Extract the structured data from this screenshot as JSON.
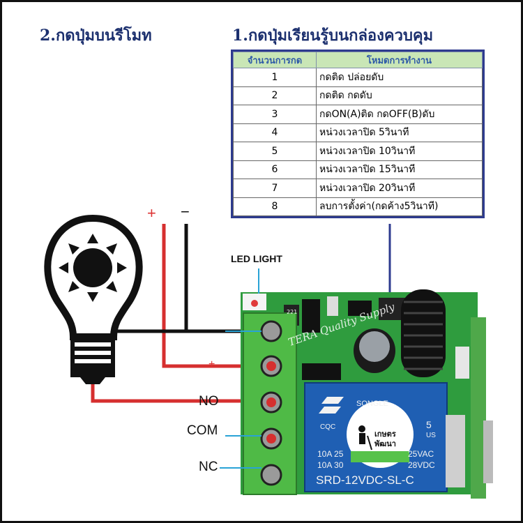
{
  "titles": {
    "remote": "2.กดปุ่มบนรีโมท",
    "box": "1.กดปุ่มเรียนรู้บนกล่องควบคุม"
  },
  "mode_table": {
    "headers": [
      "จำนวนการกด",
      "โหมดการทำงาน"
    ],
    "rows": [
      {
        "count": "1",
        "mode": "กดติด ปล่อยดับ"
      },
      {
        "count": "2",
        "mode": "กดติด กดดับ"
      },
      {
        "count": "3",
        "mode": "กดON(A)ติด กดOFF(B)ดับ"
      },
      {
        "count": "4",
        "mode": "หน่วงเวลาปิด 5วินาที"
      },
      {
        "count": "5",
        "mode": "หน่วงเวลาปิด 10วินาที"
      },
      {
        "count": "6",
        "mode": "หน่วงเวลาปิด 15วินาที"
      },
      {
        "count": "7",
        "mode": "หน่วงเวลาปิด 20วินาที"
      },
      {
        "count": "8",
        "mode": "ลบการตั้งค่า(กดค้าง5วินาที)"
      }
    ]
  },
  "wiring": {
    "led_light": "LED LIGHT",
    "plus_top": "+",
    "minus_top": "−",
    "neg_terminal": "-",
    "pos_terminal": "+",
    "no": "NO",
    "com": "COM",
    "nc": "NC"
  },
  "relay": {
    "brand": "SONGLE",
    "cqc": "CQC",
    "rating_a1": "10A 25",
    "rating_a2": "10A 30",
    "rating_b1": "25VAC",
    "rating_b2": "28VDC",
    "model": "SRD-12VDC-SL-C",
    "digit": "5",
    "us": "US"
  },
  "watermark": "TERA Quality Supply",
  "badge": {
    "line1": "เกษตร",
    "line2": "พัฒนา"
  },
  "chip": "221",
  "colors": {
    "title_blue": "#1b2f6e",
    "table_border": "#2e3b8f",
    "table_header_bg": "#c9e6b6",
    "wire_red": "#d62f2f",
    "pcb_green": "#2f9c3e",
    "terminal_green": "#4fba46",
    "relay_blue": "#1f5fb3",
    "leader_cyan": "#29a3d6"
  }
}
